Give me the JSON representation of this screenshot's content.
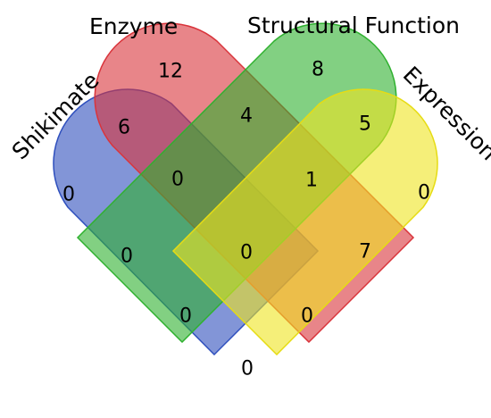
{
  "sets": [
    {
      "key": "shikimate",
      "label": "Shikimate",
      "fill": "#2e4fbd",
      "stroke": "#2e4fbd"
    },
    {
      "key": "enzyme",
      "label": "Enzyme",
      "fill": "#d9343b",
      "stroke": "#d9343b"
    },
    {
      "key": "structural",
      "label": "Structural Function",
      "fill": "#2fb12f",
      "stroke": "#2fb12f"
    },
    {
      "key": "expression",
      "label": "Expression",
      "fill": "#efe51f",
      "stroke": "#e6dc14"
    }
  ],
  "regions": {
    "enzyme_only": "12",
    "structural_only": "8",
    "shikimate_enzyme": "6",
    "enzyme_structural": "4",
    "structural_expression": "5",
    "shikimate_only": "0",
    "shikimate_enzyme_structural": "0",
    "enzyme_structural_expression": "1",
    "expression_only": "0",
    "shikimate_structural": "0",
    "all_four": "0",
    "enzyme_expression": "7",
    "shikimate_structural_expression": "0",
    "shikimate_enzyme_expression": "0",
    "shikimate_expression": "0"
  }
}
